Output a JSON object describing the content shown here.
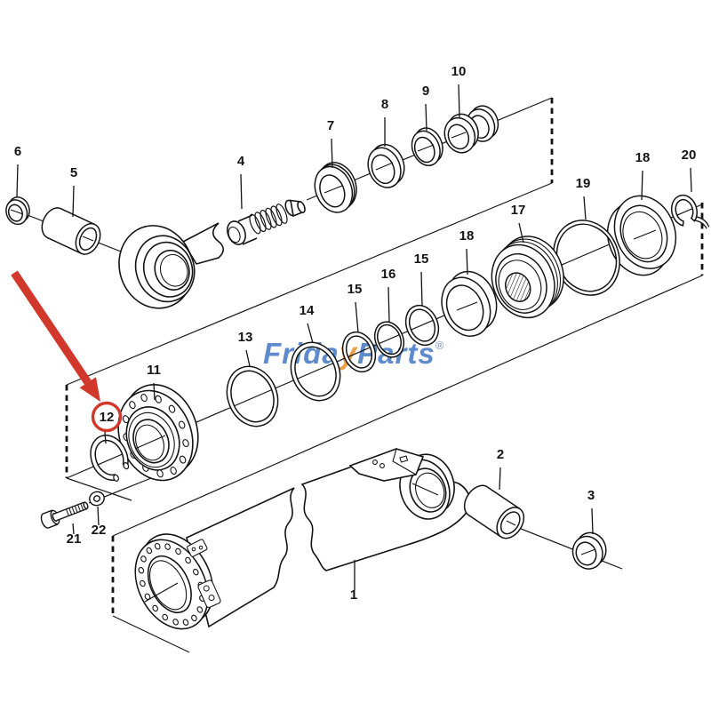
{
  "figure": {
    "type": "exploded-parts-diagram",
    "subject": "hydraulic cylinder assembly"
  },
  "watermark": {
    "prefix": "Frida",
    "accent": "y",
    "suffix": "Parts",
    "reg": "®"
  },
  "highlight": {
    "part": "12",
    "style": "red circle with red arrow"
  },
  "colors": {
    "highlight_red": "#d2372b",
    "watermark_blue": "#5d8bcd",
    "watermark_orange": "#efa045",
    "line_black": "#141414"
  },
  "callouts": [
    {
      "key": "c1",
      "label": "1",
      "highlighted": false
    },
    {
      "key": "c2",
      "label": "2",
      "highlighted": false
    },
    {
      "key": "c3",
      "label": "3",
      "highlighted": false
    },
    {
      "key": "c4",
      "label": "4",
      "highlighted": false
    },
    {
      "key": "c5",
      "label": "5",
      "highlighted": false
    },
    {
      "key": "c6",
      "label": "6",
      "highlighted": false
    },
    {
      "key": "c7",
      "label": "7",
      "highlighted": false
    },
    {
      "key": "c8",
      "label": "8",
      "highlighted": false
    },
    {
      "key": "c9",
      "label": "9",
      "highlighted": false
    },
    {
      "key": "c10",
      "label": "10",
      "highlighted": false
    },
    {
      "key": "c11",
      "label": "11",
      "highlighted": false
    },
    {
      "key": "c12",
      "label": "12",
      "highlighted": true
    },
    {
      "key": "c13",
      "label": "13",
      "highlighted": false
    },
    {
      "key": "c14",
      "label": "14",
      "highlighted": false
    },
    {
      "key": "c15a",
      "label": "15",
      "highlighted": false
    },
    {
      "key": "c16",
      "label": "16",
      "highlighted": false
    },
    {
      "key": "c15b",
      "label": "15",
      "highlighted": false
    },
    {
      "key": "c17",
      "label": "17",
      "highlighted": false
    },
    {
      "key": "c18a",
      "label": "18",
      "highlighted": false
    },
    {
      "key": "c18b",
      "label": "18",
      "highlighted": false
    },
    {
      "key": "c19",
      "label": "19",
      "highlighted": false
    },
    {
      "key": "c20",
      "label": "20",
      "highlighted": false
    },
    {
      "key": "c21",
      "label": "21",
      "highlighted": false
    },
    {
      "key": "c22",
      "label": "22",
      "highlighted": false
    }
  ]
}
